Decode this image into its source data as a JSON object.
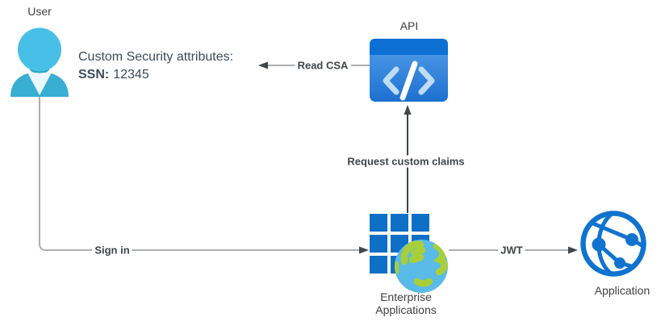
{
  "diagram": {
    "nodes": {
      "user": {
        "label": "User"
      },
      "api": {
        "label": "API"
      },
      "enterprise_applications": {
        "label": "Enterprise Applications"
      },
      "application": {
        "label": "Application"
      }
    },
    "annotations": {
      "custom_security_title": "Custom Security attributes:",
      "ssn_label": "SSN:",
      "ssn_value": "12345"
    },
    "edges": {
      "sign_in": {
        "label": "Sign in",
        "from": "user",
        "to": "enterprise_applications"
      },
      "read_csa": {
        "label": "Read CSA",
        "from": "api",
        "to": "custom_security_attributes"
      },
      "request_custom_claims": {
        "label": "Request custom claims",
        "from": "enterprise_applications",
        "to": "api"
      },
      "jwt": {
        "label": "JWT",
        "from": "enterprise_applications",
        "to": "application"
      }
    },
    "colors": {
      "background": "#FFFFFF",
      "user_head": "#47BFE7",
      "user_body": "#38AED2",
      "user_vneck": "#EAF7FC",
      "user_neck": "#2AA3C6",
      "api_header": "#0C70D5",
      "api_grad_top": "#55A0EB",
      "api_grad_bottom": "#1D70D0",
      "api_bracket": "#BFDCF7",
      "api_slash": "#FFFFFF",
      "grid_blue": "#0E6FC6",
      "globe_sky": "#5ABAE8",
      "globe_green": "#A9CF38",
      "app_blue": "#1173D0",
      "line_gray": "#ABAEB0",
      "line_dark": "#3C434C",
      "arrow_dark": "#40464C",
      "text_primary": "#404040",
      "text_slate": "#3F4B59",
      "text_edge": "#3F4549"
    }
  }
}
